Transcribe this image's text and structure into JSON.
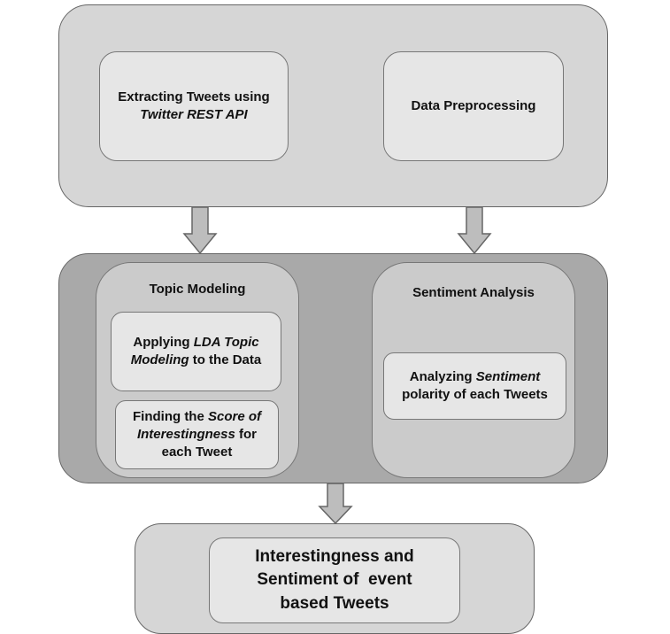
{
  "stage1": {
    "extract": {
      "line1": "Extracting Tweets using",
      "line2": "Twitter REST API"
    },
    "preprocess": {
      "label": "Data Preprocessing"
    }
  },
  "stage2": {
    "topic": {
      "title": "Topic Modeling",
      "lda": {
        "a": "Applying ",
        "b": "LDA Topic",
        "c": "Modeling",
        "d": " to the Data"
      },
      "score": {
        "a": "Finding the ",
        "b": "Score of",
        "c": "Interestingness",
        "d": " for",
        "e": "each Tweet"
      }
    },
    "sentiment": {
      "title": "Sentiment Analysis",
      "polarity": {
        "a": "Analyzing ",
        "b": "Sentiment",
        "c": "polarity of each Tweets"
      }
    }
  },
  "stage3": {
    "result": {
      "line1": "Interestingness and",
      "line2": "Sentiment of  event",
      "line3": "based Tweets"
    }
  },
  "colors": {
    "panel_light": "#d6d6d6",
    "panel_dark": "#a9a9a9",
    "inner_box": "#e6e6e6",
    "sub_panel": "#cbcbcb",
    "arrow_fill": "#bdbdbd",
    "border": "#666666"
  }
}
